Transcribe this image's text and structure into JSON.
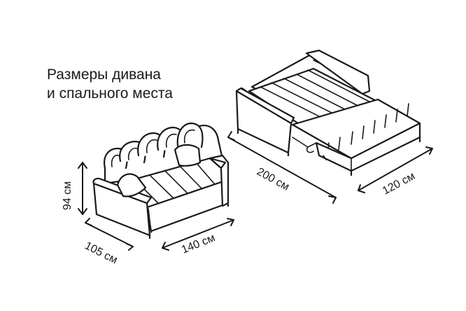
{
  "title": {
    "line1": "Размеры дивана",
    "line2": "и спального места"
  },
  "dimensions": {
    "sofa_height": "94 см",
    "sofa_depth": "105 см",
    "sofa_width": "140 см",
    "bed_length": "200 см",
    "bed_width": "120 см"
  },
  "colors": {
    "line": "#1a1a1a",
    "background": "#ffffff"
  }
}
